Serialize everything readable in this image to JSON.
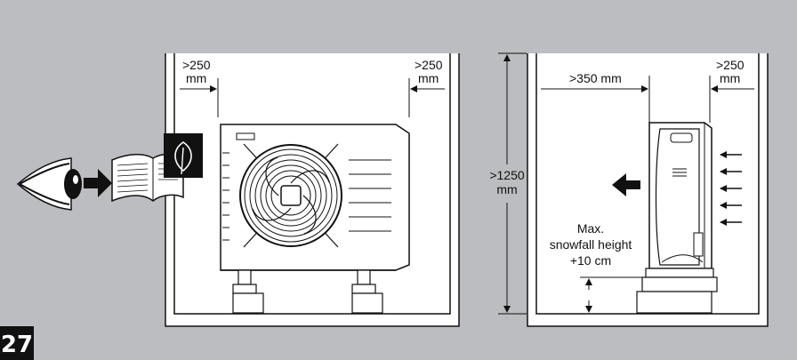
{
  "figure_number": "27",
  "left_view": {
    "dim_left": {
      "value": ">250",
      "unit": "mm"
    },
    "dim_right": {
      "value": ">250",
      "unit": "mm"
    }
  },
  "right_view": {
    "dim_height": {
      "value": ">1250",
      "unit": "mm"
    },
    "dim_front": ">350 mm",
    "dim_back": {
      "value": ">250",
      "unit": "mm"
    },
    "snow_note": {
      "line1": "Max.",
      "line2": "snowfall height",
      "line3": "+10 cm"
    }
  },
  "icons": [
    "eye-icon",
    "arrow-right-icon",
    "manual-book-icon",
    "leaf-icon",
    "airflow-arrows-icon"
  ]
}
